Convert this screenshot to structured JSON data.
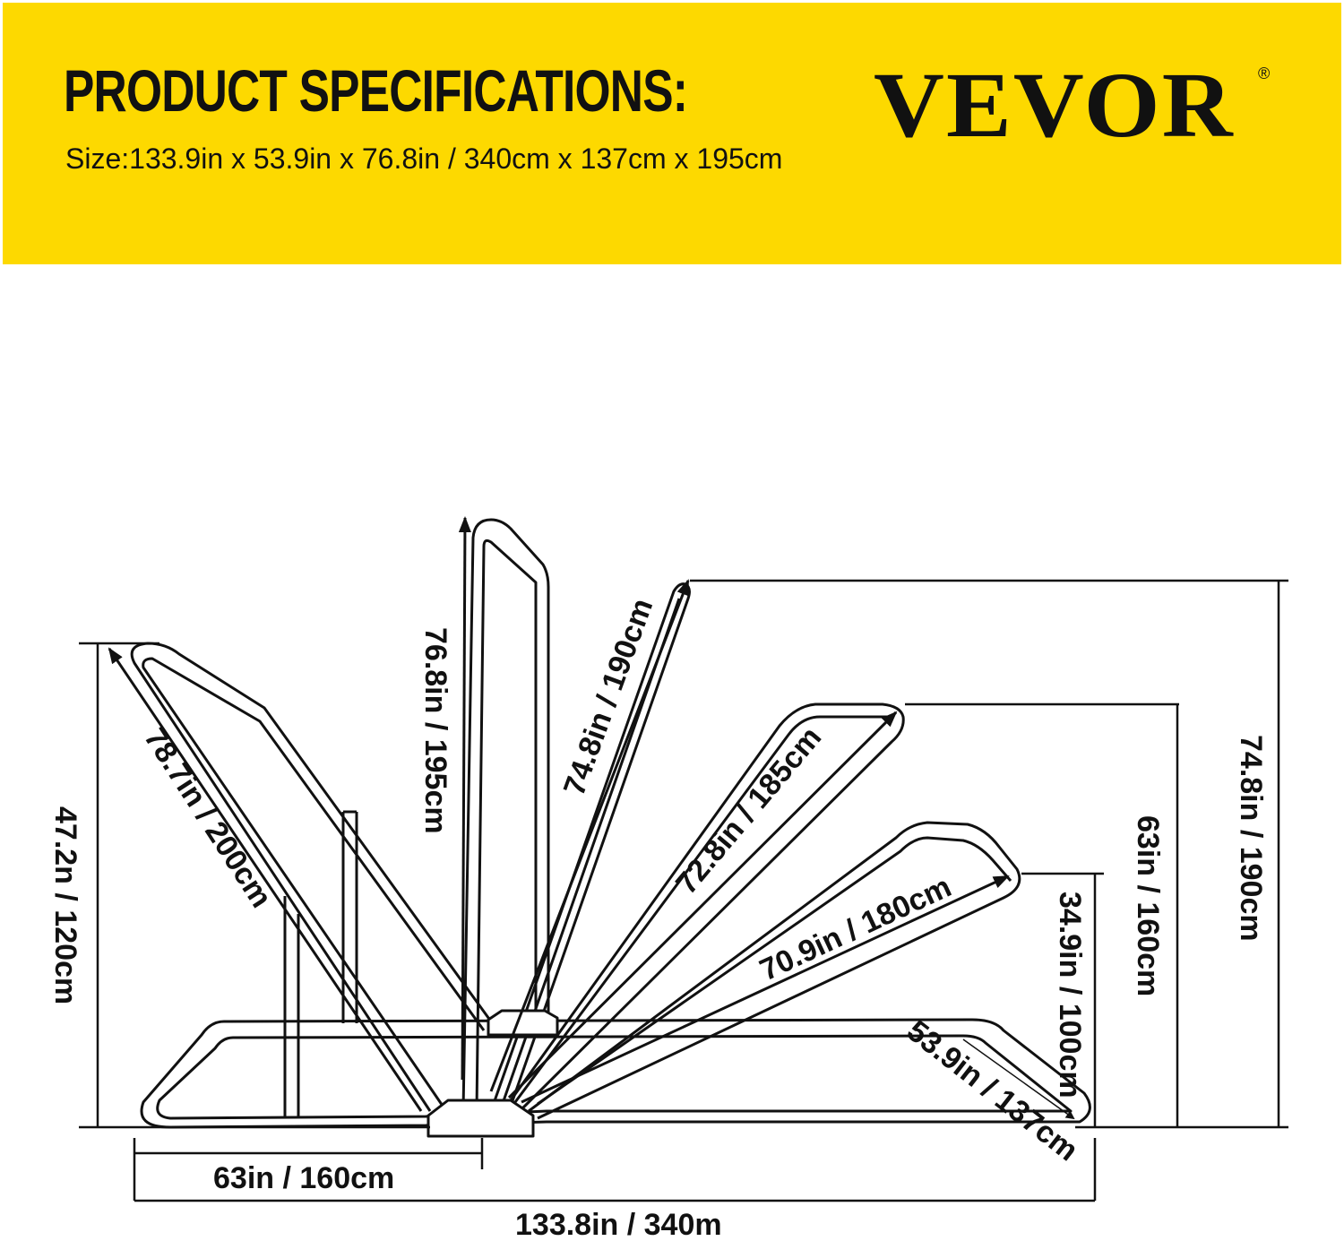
{
  "header": {
    "title": "PRODUCT SPECIFICATIONS:",
    "size_line": "Size:133.9in x 53.9in x 76.8in / 340cm x 137cm x 195cm",
    "brand": "VEVOR",
    "brand_mark": "®",
    "background_color": "#fdd900"
  },
  "diagram": {
    "labels": {
      "left_height": "47.2n / 120cm",
      "arm_1": "78.7in / 200cm",
      "arm_2": "76.8in / 195cm",
      "arm_3": "74.8in / 190cm",
      "arm_4": "72.8in / 185cm",
      "arm_5": "70.9in / 180cm",
      "right_height_1": "34.9in / 100cm",
      "right_height_2": "63in / 160cm",
      "right_height_3": "74.8in / 190cm",
      "depth": "53.9in / 137cm",
      "half_width": "63in / 160cm",
      "total_width": "133.8in / 340m"
    },
    "line_color": "#111111"
  }
}
